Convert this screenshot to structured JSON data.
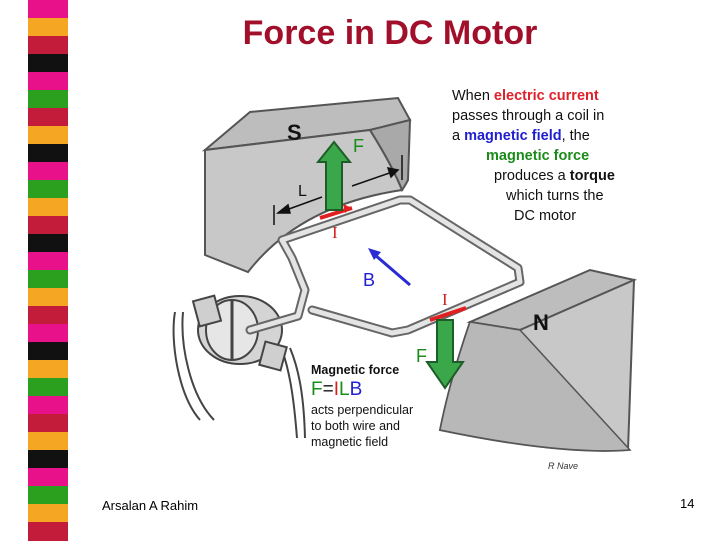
{
  "slide": {
    "title": "Force in DC Motor",
    "author": "Arsalan A Rahim",
    "page_number": "14"
  },
  "strip": {
    "colors": [
      "#e8118a",
      "#f5a623",
      "#c21c3a",
      "#111111",
      "#e8118a",
      "#2aa01e",
      "#c21c3a",
      "#f5a623",
      "#111111",
      "#e8118a",
      "#2aa01e",
      "#f5a623",
      "#c21c3a",
      "#111111",
      "#e8118a",
      "#2aa01e",
      "#f5a623",
      "#c21c3a",
      "#e8118a",
      "#111111",
      "#f5a623",
      "#2aa01e",
      "#e8118a",
      "#c21c3a",
      "#f5a623",
      "#111111",
      "#e8118a",
      "#2aa01e",
      "#f5a623",
      "#c21c3a"
    ]
  },
  "diagram": {
    "pole_s": "S",
    "pole_n": "N",
    "force_top": "F",
    "force_bottom": "F",
    "length_label": "L",
    "current_top": "I",
    "current_right": "I",
    "field_label": "B",
    "credit": "R Nave",
    "colors": {
      "magnet": "#c8c8c8",
      "magnet_edge": "#555555",
      "arrow_fill": "#3aa84a",
      "arrow_edge": "#1d5e28",
      "field_arrow": "#2b2bd6",
      "current_mark": "#e02020"
    }
  },
  "caption": {
    "l1a": "When ",
    "l1b": "electric current",
    "l2": "passes through a  coil in",
    "l3a": "a ",
    "l3b": "magnetic field",
    "l3c": ", the",
    "l4": "magnetic force",
    "l5a": "produces a ",
    "l5b": "torque",
    "l6": "which turns the",
    "l7": "DC motor"
  },
  "magnetic_force": {
    "heading": "Magnetic force",
    "f": "F",
    "eq": "=",
    "i": "I",
    "l": "L",
    "b": "B",
    "desc1": "acts perpendicular",
    "desc2": "to both wire and",
    "desc3": "magnetic field"
  }
}
